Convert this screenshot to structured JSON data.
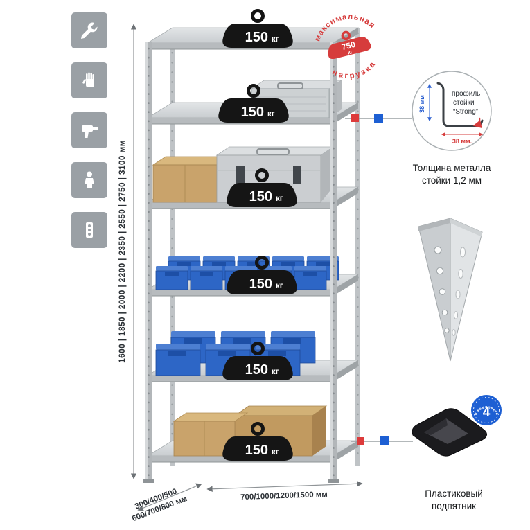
{
  "product_diagram": {
    "left_icons": [
      "wrench-icon",
      "gloves-icon",
      "drill-icon",
      "person-icon",
      "power-strip-icon"
    ],
    "shelf_loads": [
      {
        "value": "150",
        "unit": "кг"
      },
      {
        "value": "150",
        "unit": "кг"
      },
      {
        "value": "150",
        "unit": "кг"
      },
      {
        "value": "150",
        "unit": "кг"
      },
      {
        "value": "150",
        "unit": "кг"
      },
      {
        "value": "150",
        "unit": "кг"
      }
    ],
    "max_load_stamp": {
      "arc_top": "максимальная",
      "arc_bottom": "нагрузка",
      "value": "750",
      "unit": "кг"
    },
    "dimensions": {
      "height": "1600 | 1850 | 2000 | 2200 | 2350 | 2550 | 2750 | 3100 мм",
      "depth_line1": "300/400/500",
      "depth_line2": "600/700/800 мм",
      "width": "700/1000/1200/1500 мм"
    },
    "profile_detail": {
      "label_line1": "профиль",
      "label_line2": "стойки",
      "label_line3": "“Strong”",
      "dim_vertical": "38 мм",
      "dim_horizontal": "38 мм.",
      "caption_line1": "Толщина металла",
      "caption_line2": "стойки 1,2 мм"
    },
    "foot_detail": {
      "badge_count": "4",
      "badge_text": "в комплекте",
      "caption_line1": "Пластиковый",
      "caption_line2": "подпятник"
    },
    "colors": {
      "accent_red": "#d63c3c",
      "accent_blue": "#1d5fd3",
      "metal": "#c9cdd0",
      "weight_black": "#151515",
      "bin_blue": "#2d66c6",
      "box_tan": "#c9a36b"
    }
  }
}
